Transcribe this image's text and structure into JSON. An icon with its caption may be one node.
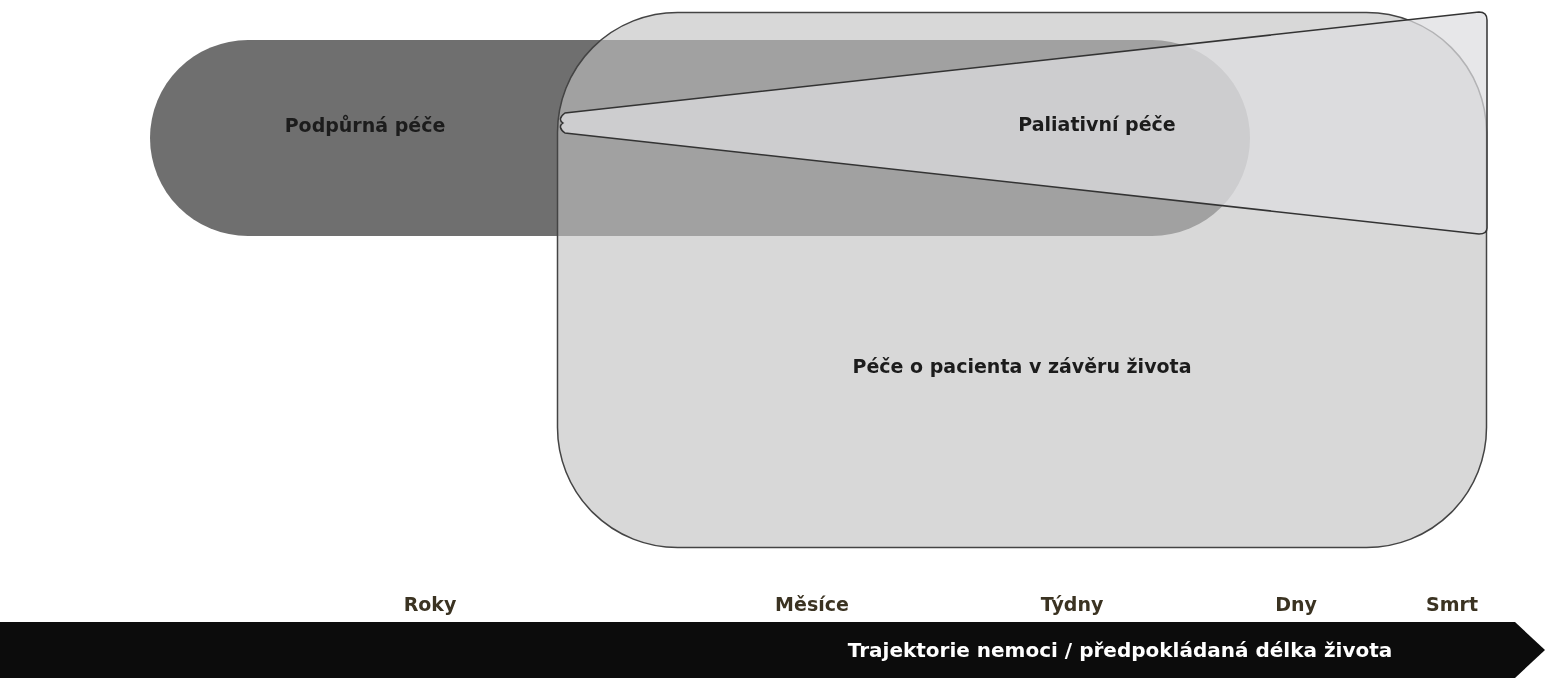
{
  "diagram": {
    "nodes": [
      {
        "text": [
          "Podpůrná péče"
        ]
      },
      {
        "text": [
          "Péče o pacienta v závěru života"
        ]
      },
      {
        "text": [
          "Paliativní péče"
        ],
        "in": 1
      },
      {
        "text": [
          "Trajektorie nemoci / předpokládaná délka života"
        ]
      }
    ],
    "labels": [
      "Roky",
      "Měsíce",
      "Týdny",
      "Dny",
      "Smrt"
    ]
  }
}
